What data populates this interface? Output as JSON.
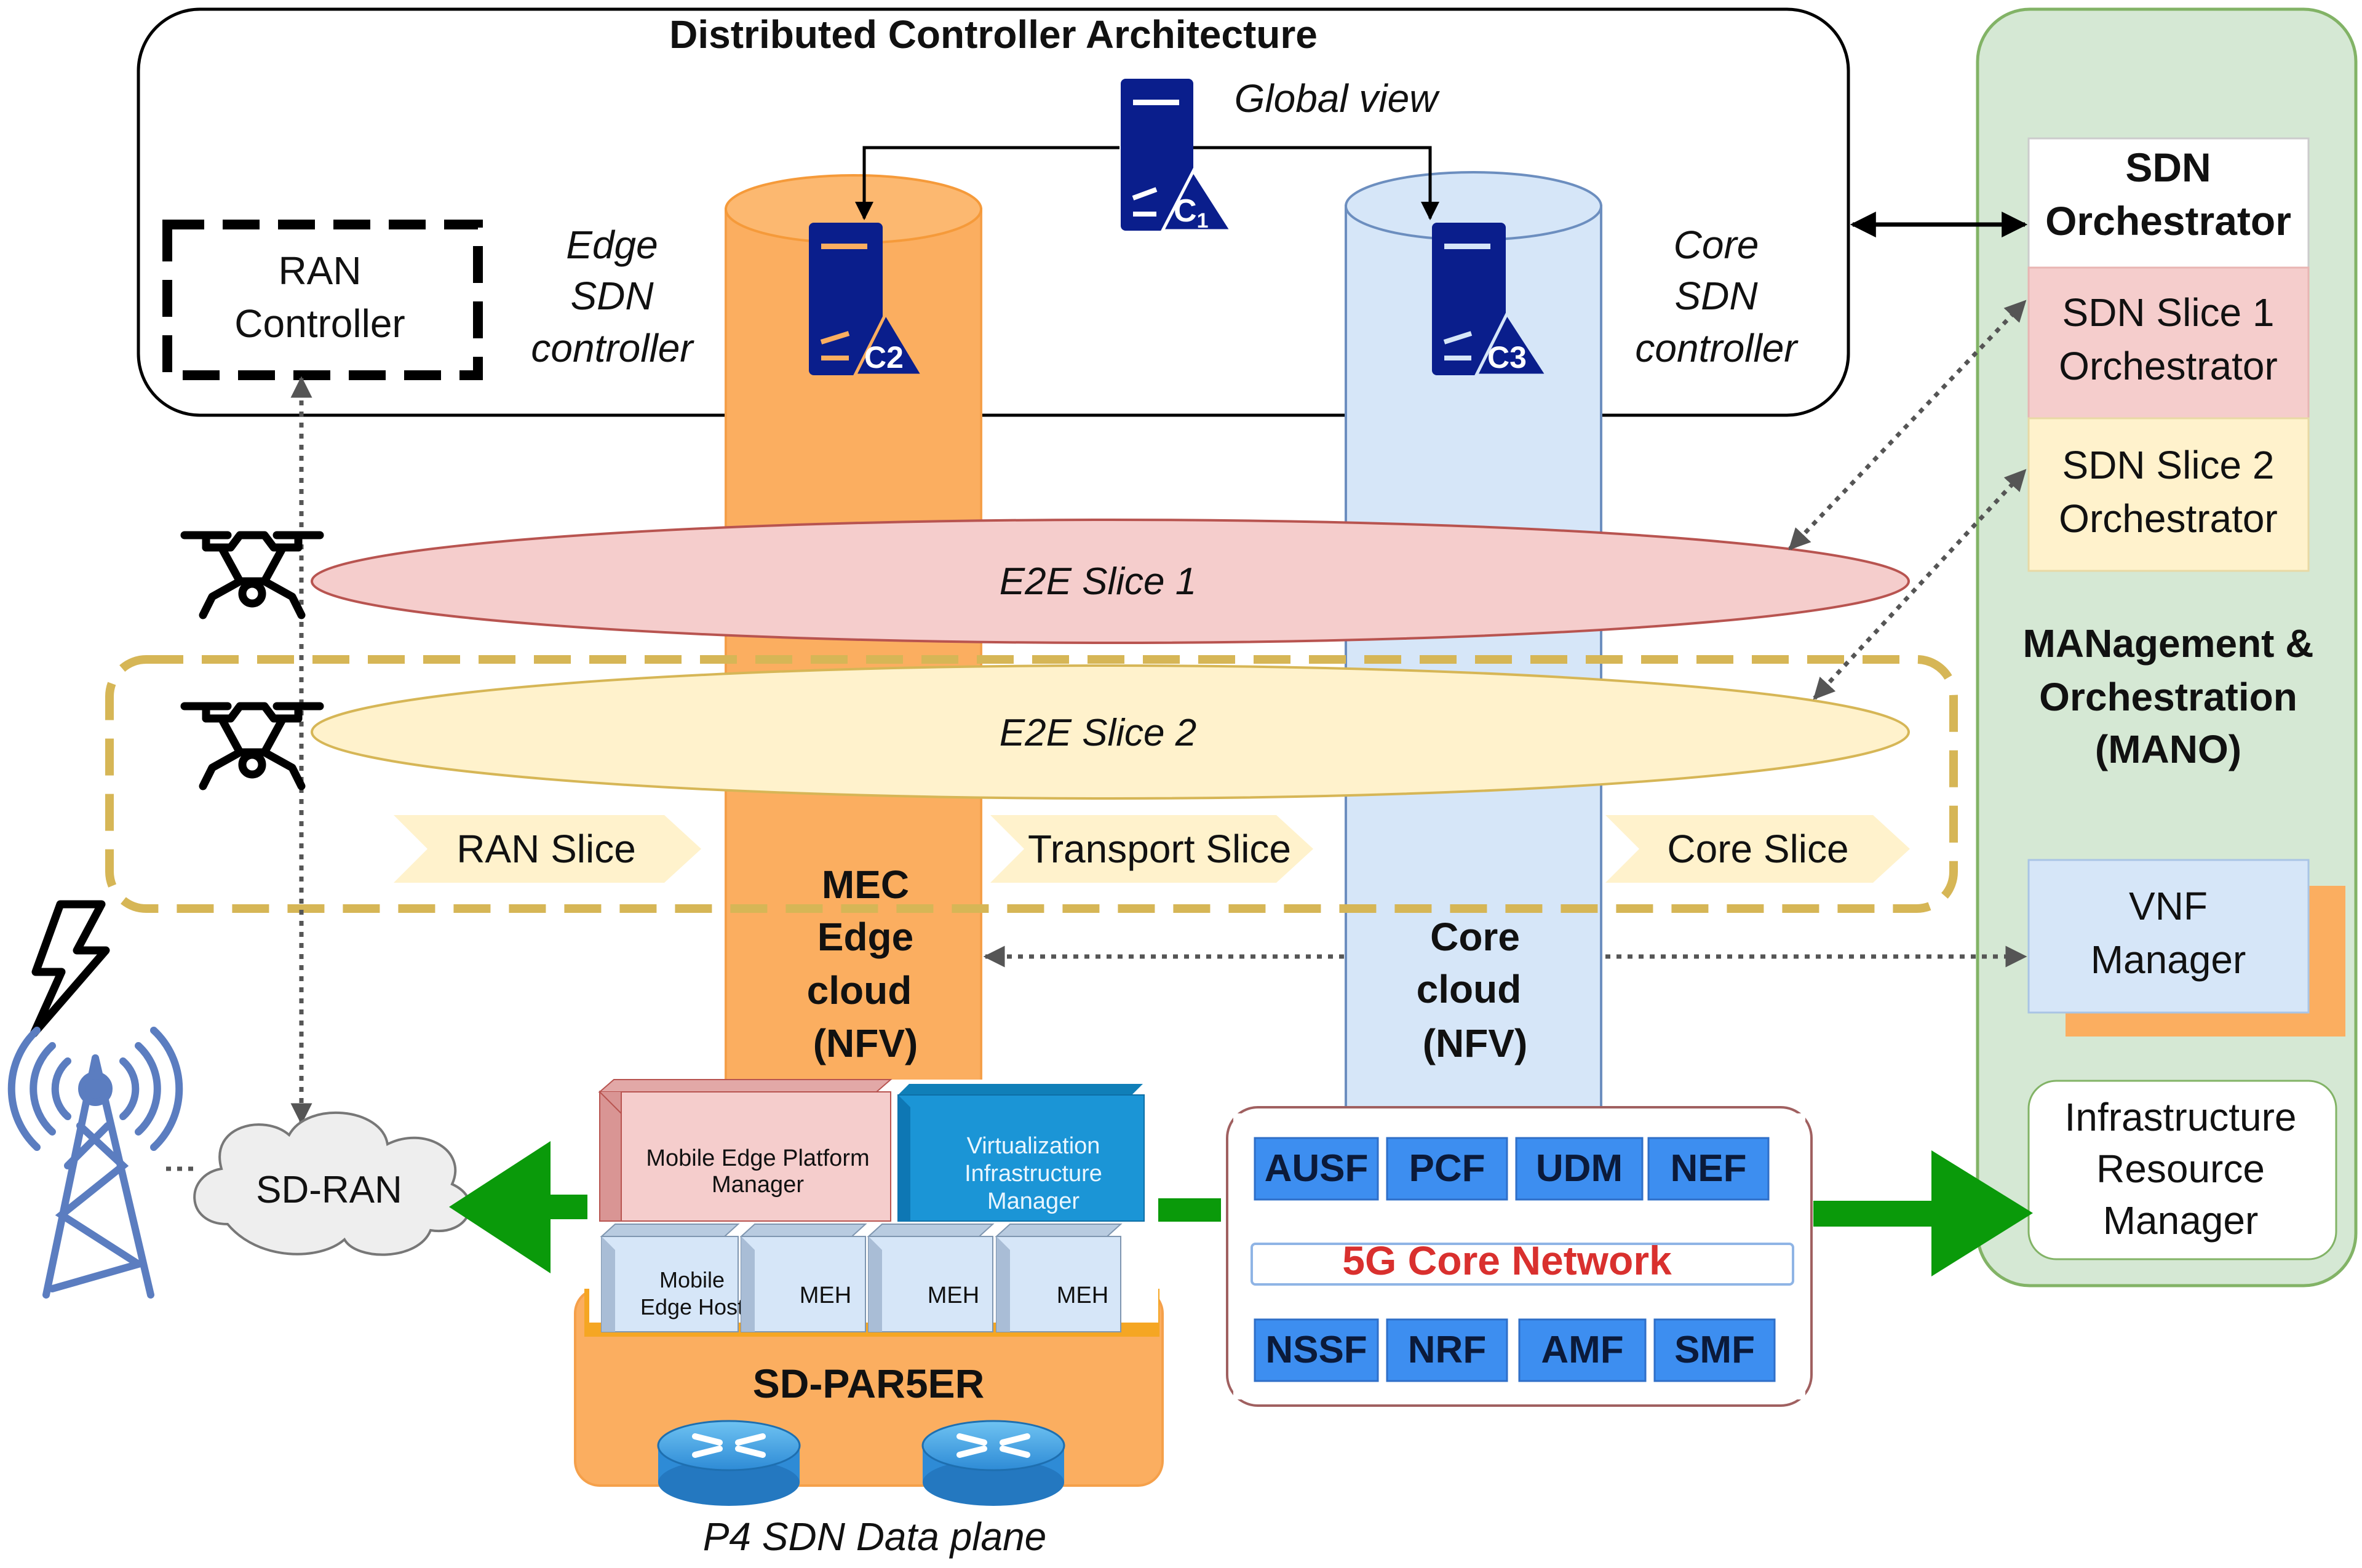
{
  "title": "Distributed Controller Architecture",
  "global_view": "Global view",
  "edge_controller": [
    "Edge",
    "SDN",
    "controller"
  ],
  "core_controller": [
    "Core",
    "SDN",
    "controller"
  ],
  "ran_controller": [
    "RAN",
    "Controller"
  ],
  "controllers": [
    {
      "label": "C",
      "sub": "1"
    },
    {
      "label": "C2"
    },
    {
      "label": "C3"
    }
  ],
  "slices": {
    "e2e1": "E2E Slice 1",
    "e2e2": "E2E Slice 2",
    "ran": "RAN Slice",
    "transport": "Transport Slice",
    "core": "Core Slice"
  },
  "mec_cloud": [
    "MEC",
    "Edge",
    "cloud",
    "(NFV)"
  ],
  "core_cloud": [
    "Core",
    "cloud",
    "(NFV)"
  ],
  "mano": {
    "sdn_orchestrator": [
      "SDN",
      "Orchestrator"
    ],
    "slice1_orchestrator": [
      "SDN Slice 1",
      "Orchestrator"
    ],
    "slice2_orchestrator": [
      "SDN Slice 2",
      "Orchestrator"
    ],
    "title": [
      "MANagement &",
      "Orchestration",
      "(MANO)"
    ],
    "vnf_manager": [
      "VNF",
      "Manager"
    ],
    "infra_manager": [
      "Infrastructure",
      "Resource",
      "Manager"
    ]
  },
  "sd_ran": "SD-RAN",
  "mec_boxes": {
    "mepm": [
      "Mobile Edge Platform",
      "Manager"
    ],
    "vim": [
      "Virtualization",
      "Infrastructure",
      "Manager"
    ],
    "hosts": [
      [
        "Mobile",
        "Edge Host"
      ],
      [
        "MEH"
      ],
      [
        "MEH"
      ],
      [
        "MEH"
      ]
    ]
  },
  "sd_parser": "SD-PAR5ER",
  "data_plane": "P4 SDN Data plane",
  "core_network": {
    "title": "5G Core Network",
    "top": [
      "AUSF",
      "PCF",
      "UDM",
      "NEF"
    ],
    "bottom": [
      "NSSF",
      "NRF",
      "AMF",
      "SMF"
    ]
  },
  "colors": {
    "mec_orange": "#FBAE60",
    "core_blue": "#D6E6F8",
    "slice1_fill": "#F5CDCC",
    "slice1_stroke": "#B85450",
    "slice2_fill": "#FFF2CC",
    "slice2_stroke": "#D6B656",
    "mano_fill": "#D5E8D4",
    "mano_stroke": "#82B366",
    "server_blue": "#0A1E8C",
    "nf_blue": "#3D8EF0",
    "arrow_green": "#0A9A0A"
  }
}
